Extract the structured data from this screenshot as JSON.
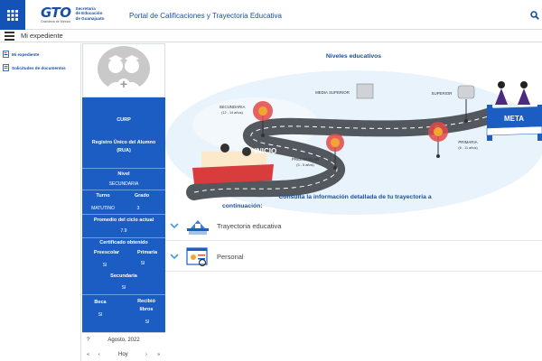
{
  "header": {
    "logo_gto": "GTO",
    "logo_gto_sub": "Grandeza de México",
    "logo_lines": [
      "Secretaría",
      "de Educación",
      "de Guanajuato"
    ],
    "portal_title": "Portal de Calificaciones y Trayectoria Educativa"
  },
  "subbar": {
    "title": "Mi expediente"
  },
  "nav": {
    "items": [
      {
        "label": "Mi expediente",
        "icon": "folder-user-icon"
      },
      {
        "label": "Solicitudes de documentos",
        "icon": "document-request-icon"
      }
    ]
  },
  "profile": {
    "curp_label": "CURP",
    "rua_label": "Registro Único del Alumno (RUA)",
    "nivel_label": "Nivel",
    "nivel_value": "SECUNDARIA",
    "turno_label": "Turno",
    "turno_value": "MATUTINO",
    "grado_label": "Grado",
    "grado_value": "3",
    "promedio_label": "Promedio del ciclo actual",
    "promedio_value": "7.9",
    "certificado_label": "Certificado obtenido",
    "preescolar_label": "Preescolar",
    "preescolar_value": "SI",
    "primaria_label": "Primaria",
    "primaria_value": "SI",
    "secundaria_label": "Secundaria",
    "secundaria_value": "SI",
    "beca_label": "Beca",
    "beca_value": "SI",
    "libros_label_1": "Recibió",
    "libros_label_2": "libros",
    "libros_value": "SI"
  },
  "calendar": {
    "help": "?",
    "month": "Agosto, 2022",
    "prev_year": "«",
    "prev": "‹",
    "today": "Hoy",
    "next": "›",
    "next_year": "»"
  },
  "main": {
    "niveles_title": "Niveles educativos",
    "road": {
      "inicio": "INICIO",
      "meta": "META",
      "preescolar": "PREESCOLAR",
      "preescolar_age": "(3 - 5 años)",
      "primaria": "PRIMARIA",
      "primaria_age": "(6 - 11 años)",
      "secundaria": "SECUNDARIA",
      "secundaria_age": "(12 - 14 años)",
      "media_superior": "MEDIA SUPERIOR",
      "superior": "SUPERIOR"
    },
    "consult_line1": "Consulta la información detallada de tu trayectoria a",
    "consult_line2": "continuación:",
    "accordion": [
      {
        "label": "Trayectoria educativa",
        "icon": "school-trajectory-icon"
      },
      {
        "label": "Personal",
        "icon": "personal-data-icon"
      }
    ]
  },
  "colors": {
    "brand_blue": "#1c5dc4",
    "title_blue": "#1a4fa3",
    "accent_red": "#e04848"
  }
}
